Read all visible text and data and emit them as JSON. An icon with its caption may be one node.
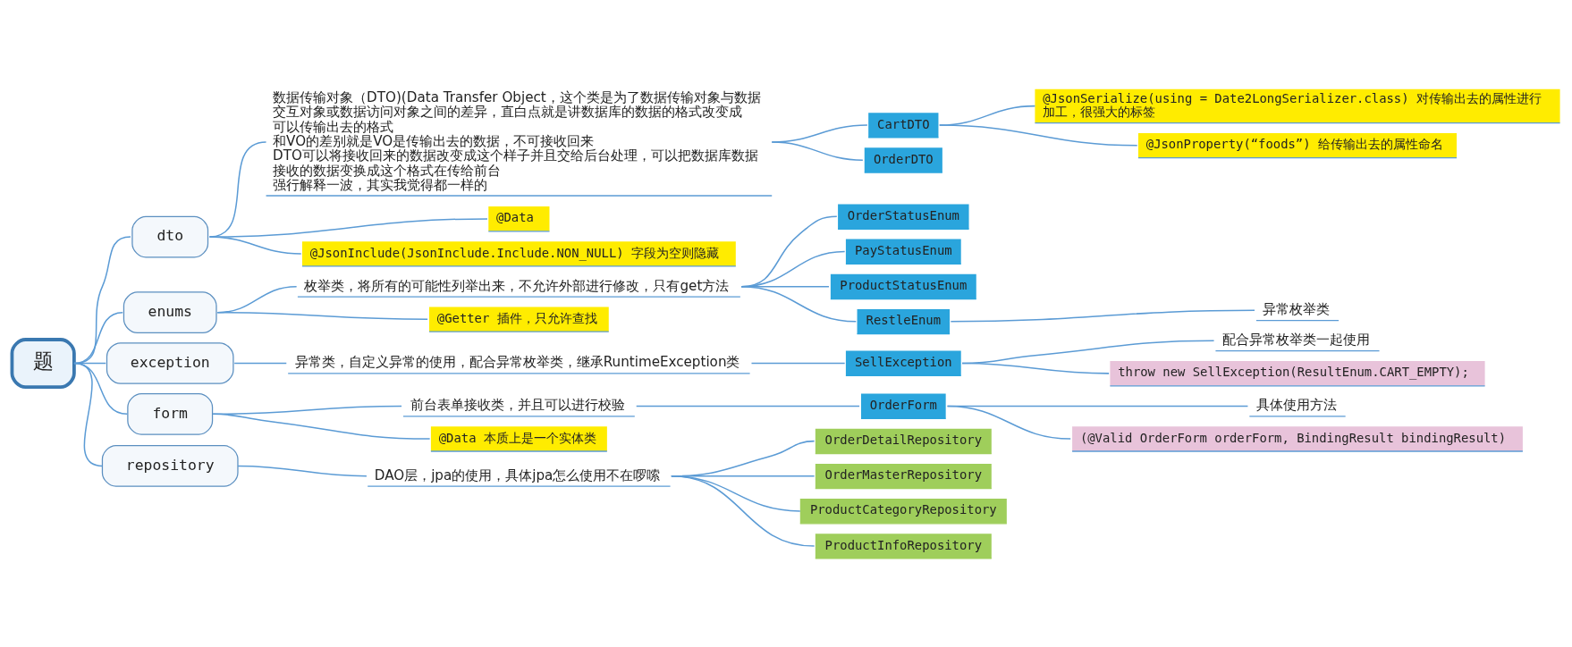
{
  "diagram": {
    "nodes": [
      {
        "text": [
          "题"
        ]
      },
      {
        "text": [
          "dto"
        ]
      },
      {
        "text": [
          "数据传输对象（DTO)(Data Transfer Object，这个类是为了数据传输对象与数据交互对象或数据访问对象之间的差异，直白点就是讲数据库的数据的格式改变成可以传输出去的格式",
          "和VO的差别就是VO是传输出去的数据，不可接收回来",
          "DTO可以将接收回来的数据改变成这个样子并且交给后台处理，可以把数据库数据接收的数据变换成这个格式在传给前台",
          "强行解释一波，其实我觉得都一样的"
        ]
      },
      {
        "text": [
          "CartDTO"
        ]
      },
      {
        "text": [
          "@JsonSerialize(using = Date2LongSerializer.class) 对传输出去的属性进行加工，很强大的标签"
        ]
      },
      {
        "text": [
          "@JsonProperty(“foods”) 给传输出去的属性命名"
        ]
      },
      {
        "text": [
          "OrderDTO"
        ]
      },
      {
        "text": [
          "@Data"
        ]
      },
      {
        "text": [
          "@JsonInclude(JsonInclude.Include.NON_NULL) 字段为空则隐藏"
        ]
      },
      {
        "text": [
          "enums"
        ]
      },
      {
        "text": [
          "枚举类，将所有的可能性列举出来，不允许外部进行修改，只有get方法"
        ]
      },
      {
        "text": [
          "OrderStatusEnum"
        ]
      },
      {
        "text": [
          "PayStatusEnum"
        ]
      },
      {
        "text": [
          "ProductStatusEnum"
        ]
      },
      {
        "text": [
          "RestleEnum"
        ]
      },
      {
        "text": [
          "异常枚举类"
        ]
      },
      {
        "text": [
          "@Getter 插件，只允许查找"
        ]
      },
      {
        "text": [
          "exception"
        ]
      },
      {
        "text": [
          "异常类，自定义异常的使用，配合异常枚举类，继承RuntimeException类"
        ]
      },
      {
        "text": [
          "SellException"
        ]
      },
      {
        "text": [
          "配合异常枚举类一起使用"
        ]
      },
      {
        "text": [
          "throw new SellException(ResultEnum.CART_EMPTY);"
        ]
      },
      {
        "text": [
          "form"
        ]
      },
      {
        "text": [
          "前台表单接收类，并且可以进行校验"
        ]
      },
      {
        "text": [
          "OrderForm"
        ]
      },
      {
        "text": [
          "具体使用方法"
        ]
      },
      {
        "text": [
          "(@Valid OrderForm orderForm, BindingResult bindingResult)"
        ]
      },
      {
        "text": [
          "@Data 本质上是一个实体类"
        ]
      },
      {
        "text": [
          "repository"
        ]
      },
      {
        "text": [
          "DAO层，jpa的使用，具体jpa怎么使用不在啰嗦"
        ]
      },
      {
        "text": [
          "OrderDetailRepository"
        ]
      },
      {
        "text": [
          "OrderMasterRepository"
        ]
      },
      {
        "text": [
          "ProductCategoryRepository"
        ]
      },
      {
        "text": [
          "ProductInfoRepository"
        ]
      }
    ],
    "edges": [
      {
        "from": 0,
        "to": 1,
        "arrow": "none"
      },
      {
        "from": 1,
        "to": 2,
        "arrow": "none"
      },
      {
        "from": 2,
        "to": 3,
        "arrow": "none"
      },
      {
        "from": 3,
        "to": 4,
        "arrow": "none"
      },
      {
        "from": 3,
        "to": 5,
        "arrow": "none"
      },
      {
        "from": 2,
        "to": 6,
        "arrow": "none"
      },
      {
        "from": 1,
        "to": 7,
        "arrow": "none"
      },
      {
        "from": 1,
        "to": 8,
        "arrow": "none"
      },
      {
        "from": 0,
        "to": 9,
        "arrow": "none"
      },
      {
        "from": 9,
        "to": 10,
        "arrow": "none"
      },
      {
        "from": 10,
        "to": 11,
        "arrow": "none"
      },
      {
        "from": 10,
        "to": 12,
        "arrow": "none"
      },
      {
        "from": 10,
        "to": 13,
        "arrow": "none"
      },
      {
        "from": 10,
        "to": 14,
        "arrow": "none"
      },
      {
        "from": 14,
        "to": 15,
        "arrow": "none"
      },
      {
        "from": 9,
        "to": 16,
        "arrow": "none"
      },
      {
        "from": 0,
        "to": 17,
        "arrow": "none"
      },
      {
        "from": 17,
        "to": 18,
        "arrow": "none"
      },
      {
        "from": 18,
        "to": 19,
        "arrow": "none"
      },
      {
        "from": 19,
        "to": 20,
        "arrow": "none"
      },
      {
        "from": 19,
        "to": 21,
        "arrow": "none"
      },
      {
        "from": 0,
        "to": 22,
        "arrow": "none"
      },
      {
        "from": 22,
        "to": 23,
        "arrow": "none"
      },
      {
        "from": 23,
        "to": 24,
        "arrow": "none"
      },
      {
        "from": 24,
        "to": 25,
        "arrow": "none"
      },
      {
        "from": 24,
        "to": 26,
        "arrow": "none"
      },
      {
        "from": 22,
        "to": 27,
        "arrow": "none"
      },
      {
        "from": 0,
        "to": 28,
        "arrow": "none"
      },
      {
        "from": 28,
        "to": 29,
        "arrow": "none"
      },
      {
        "from": 29,
        "to": 30,
        "arrow": "none"
      },
      {
        "from": 29,
        "to": 31,
        "arrow": "none"
      },
      {
        "from": 29,
        "to": 32,
        "arrow": "none"
      },
      {
        "from": 29,
        "to": 33,
        "arrow": "none"
      }
    ]
  }
}
